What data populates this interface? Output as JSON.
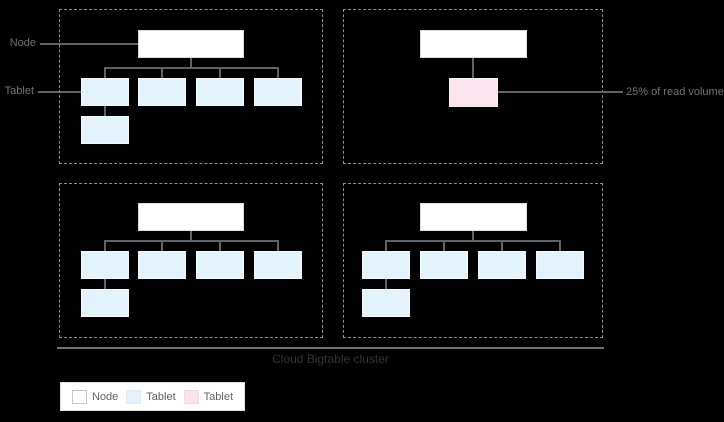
{
  "labels": {
    "node": "Node",
    "tablet": "Tablet",
    "read_volume": "25% of read volume",
    "cluster": "Cloud Bigtable cluster"
  },
  "legend": {
    "items": [
      {
        "label": "Node",
        "type": "node"
      },
      {
        "label": "Tablet",
        "type": "tablet"
      },
      {
        "label": "Tablet",
        "type": "hot-tablet"
      }
    ]
  },
  "diagram": {
    "description": "Four Bigtable nodes in a cluster; three nodes each serve five tablets, one node serves a single hot tablet receiving 25% of read volume",
    "quadrants": [
      {
        "name": "node-1",
        "tablets": 5,
        "hot_tablets": 0
      },
      {
        "name": "node-2",
        "tablets": 0,
        "hot_tablets": 1,
        "annotation": "25% of read volume"
      },
      {
        "name": "node-3",
        "tablets": 5,
        "hot_tablets": 0
      },
      {
        "name": "node-4",
        "tablets": 5,
        "hot_tablets": 0
      }
    ]
  },
  "colors": {
    "background": "#000000",
    "node_fill": "#ffffff",
    "node_border": "#dcdcdc",
    "tablet_fill": "#e4f2fb",
    "tablet_border": "#f2f8fc",
    "hot_tablet_fill": "#fae4ed",
    "hot_tablet_border": "#f8eef3",
    "connector": "#5f6368",
    "dashed_border": "#8b9094",
    "label_text": "#6f7377",
    "cluster_text": "#303336",
    "cluster_line": "#6e7174",
    "legend_bg": "#ffffff",
    "legend_border": "#e0e0e0",
    "legend_text": "#5f6368"
  }
}
